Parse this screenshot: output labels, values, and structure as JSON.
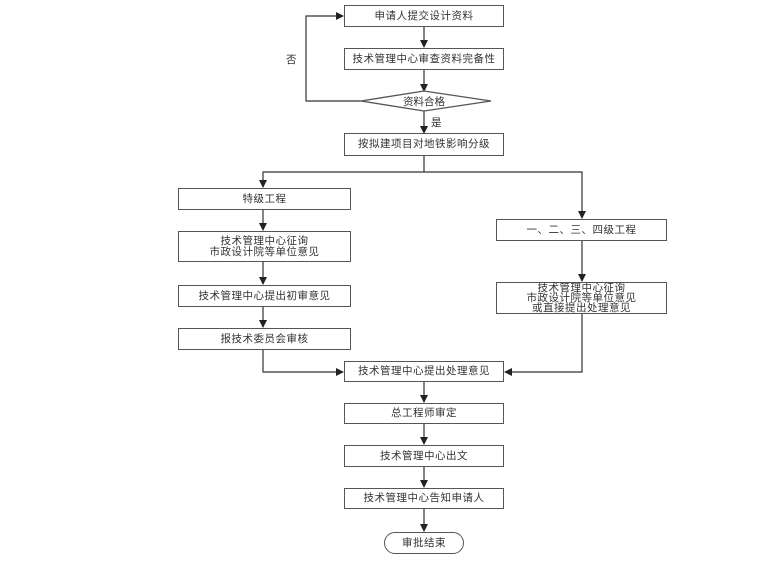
{
  "title": "",
  "nodes": {
    "submit": "申请人提交设计资料",
    "check_complete": "技术管理中心审查资料完备性",
    "decision": "资料合格",
    "classify": "按拟建项目对地铁影响分级",
    "special": "特级工程",
    "special_consult": "技术管理中心征询\n市政设计院等单位意见",
    "special_initial": "技术管理中心提出初审意见",
    "special_committee": "报技术委员会审核",
    "levels": "一、二、三、四级工程",
    "levels_consult": "技术管理中心征询\n市政设计院等单位意见\n或直接提出处理意见",
    "process_opinion": "技术管理中心提出处理意见",
    "chief_engineer": "总工程师审定",
    "issue_doc": "技术管理中心出文",
    "notify": "技术管理中心告知申请人",
    "end": "审批结束"
  },
  "edge_labels": {
    "no": "否",
    "yes": "是"
  },
  "colors": {
    "line": "#333333",
    "border": "#555555",
    "text": "#333333"
  }
}
